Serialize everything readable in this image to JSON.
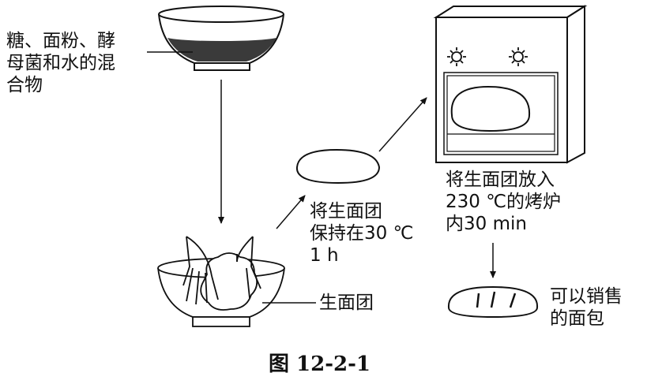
{
  "labels": {
    "mixture": "糖、面粉、酵\n母菌和水的混\n合物",
    "keep": "将生面团\n保持在30 ℃\n1 h",
    "dough": "生面团",
    "oven": "将生面团放入\n230 ℃的烤炉\n内30 min",
    "sale": "可以销售\n的面包"
  },
  "caption": "图 12-2-1",
  "colors": {
    "ink": "#111111",
    "mixture_fill": "#3a3a3a",
    "background": "#ffffff"
  },
  "icons": [
    "bowl-icon",
    "hands-kneading-icon",
    "oven-icon",
    "bread-icon"
  ]
}
